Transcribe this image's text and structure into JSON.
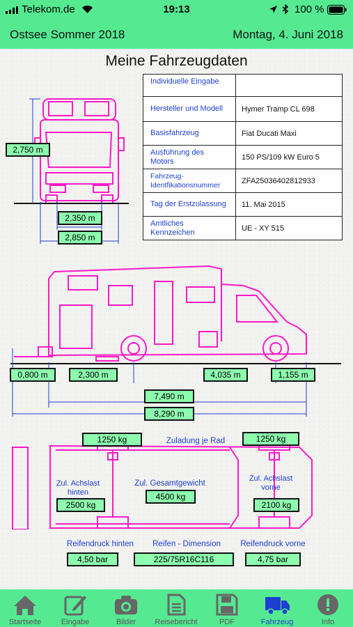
{
  "status_bar": {
    "carrier": "Telekom.de",
    "time": "19:13",
    "battery": "100 %",
    "icons": [
      "signal-icon",
      "wifi-icon",
      "location-icon",
      "bluetooth-icon",
      "battery-icon"
    ]
  },
  "header": {
    "trip_name": "Ostsee Sommer 2018",
    "date": "Montag, 4. Juni 2018"
  },
  "page_title": "Meine Fahrzeugdaten",
  "info_table": {
    "header": "Individuelle Eingabe",
    "rows": [
      {
        "label": "Hersteller und Modell",
        "value": "Hymer Tramp CL 698"
      },
      {
        "label": "Basisfahrzeug",
        "value": "Fiat Ducati Maxi"
      },
      {
        "label": "Ausführung des Motors",
        "value": "150 PS/109 kW Euro 5"
      },
      {
        "label": "Fahrzeug-Identfikationsnummer",
        "value": "ZFA25036402812933"
      },
      {
        "label": "Tag der Erstzulassung",
        "value": "11. Mai 2015"
      },
      {
        "label": "Amtliches Kennzeichen",
        "value": "UE - XY 515"
      }
    ]
  },
  "front_view": {
    "height": "2,750 m",
    "track_width": "2,350 m",
    "total_width": "2,850 m"
  },
  "side_view": {
    "rear_overhang": "0,800 m",
    "rear_axle_to_center": "2,300 m",
    "wheelbase": "4,035 m",
    "front_overhang": "1,155 m",
    "length_body": "7,490 m",
    "length_total": "8,290 m"
  },
  "top_view": {
    "wheel_load_label": "Zuladung je Rad",
    "wheel_load_rear": "1250 kg",
    "wheel_load_front": "1250 kg",
    "axle_load_rear_label": "Zul. Achslast hinten",
    "axle_load_rear": "2500 kg",
    "gross_weight_label": "Zul. Gesamtgewicht",
    "gross_weight": "4500 kg",
    "axle_load_front_label": "Zul. Achslast vorne",
    "axle_load_front": "2100 kg"
  },
  "tires": {
    "pressure_rear_label": "Reifendruck hinten",
    "pressure_rear": "4,50 bar",
    "dimension_label": "Reifen - Dimension",
    "dimension": "225/75R16C116",
    "pressure_front_label": "Reifendruck vorne",
    "pressure_front": "4,75 bar"
  },
  "tabs": [
    {
      "label": "Startseite",
      "icon": "home-icon"
    },
    {
      "label": "Eingabe",
      "icon": "edit-icon"
    },
    {
      "label": "Bilder",
      "icon": "camera-icon"
    },
    {
      "label": "Reisebericht",
      "icon": "document-icon"
    },
    {
      "label": "PDF",
      "icon": "save-icon"
    },
    {
      "label": "Fahrzeug",
      "icon": "truck-icon"
    },
    {
      "label": "Info",
      "icon": "info-icon"
    }
  ],
  "colors": {
    "accent": "#55ea92",
    "drawing": "#ff19c8",
    "dimension": "#1d3fd0",
    "box": "#8dfcae"
  }
}
